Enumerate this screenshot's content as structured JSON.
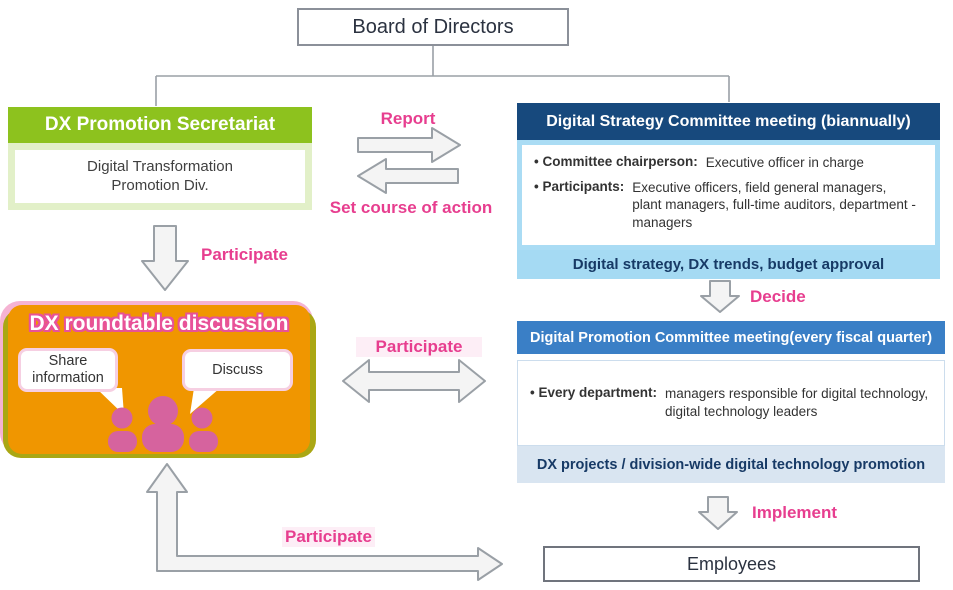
{
  "board": {
    "label": "Board of Directors"
  },
  "secretariat": {
    "title": "DX Promotion Secretariat",
    "division": "Digital Transformation\nPromotion Div."
  },
  "roundtable": {
    "title": "DX roundtable discussion",
    "bubble_left": "Share\ninformation",
    "bubble_right": "Discuss",
    "icon": "three-people-icon"
  },
  "strategy_committee": {
    "title": "Digital Strategy Committee meeting (biannually)",
    "chairperson_label": "• Committee chairperson:",
    "chairperson_value": "Executive officer in charge",
    "participants_label": "• Participants:",
    "participants_value": "Executive officers, field general managers,\nplant managers, full-time auditors, department -\nmanagers",
    "footer": "Digital strategy, DX trends, budget approval"
  },
  "promotion_committee": {
    "title": "Digital Promotion Committee meeting(every fiscal quarter)",
    "department_label": "• Every department:",
    "department_value": "managers responsible for digital technology,\ndigital technology leaders",
    "footer": "DX projects / division-wide digital technology promotion"
  },
  "employees": {
    "label": "Employees"
  },
  "flow_labels": {
    "report": "Report",
    "set_course": "Set course of action",
    "participate_secretariat": "Participate",
    "participate_committee": "Participate",
    "participate_employees": "Participate",
    "decide": "Decide",
    "implement": "Implement"
  },
  "colors": {
    "green_header": "#8dc21e",
    "light_green": "#e2f0c8",
    "navy_header": "#17497d",
    "light_blue_border": "#aadcf4",
    "light_blue_footer": "#a5daf3",
    "medium_blue_header": "#3a7fc6",
    "blue_gray_footer": "#d9e5f1",
    "orange": "#f09600",
    "olive_shadow": "#aaa714",
    "pink_shadow": "#f5b3d3",
    "magenta_labels": "#e73e8f",
    "people_pink": "#d6639e",
    "arrow_fill": "#f4f4f4",
    "arrow_stroke": "#9aa0a6"
  }
}
